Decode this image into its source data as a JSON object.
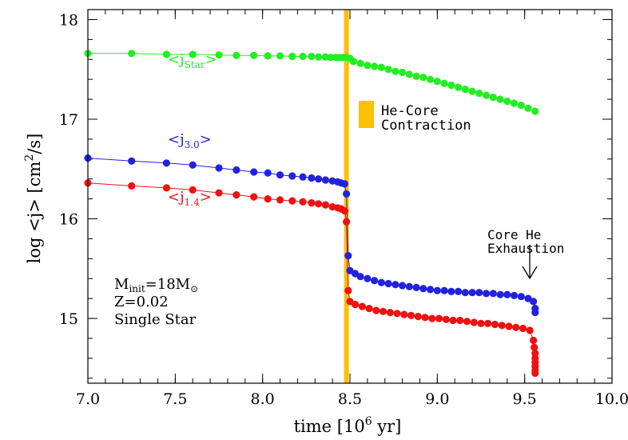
{
  "chart_data": {
    "type": "scatter",
    "xlabel_main": "time [10",
    "xlabel_exp": "6",
    "xlabel_tail": " yr]",
    "ylabel_main": "log <j> [cm",
    "ylabel_exp": "2",
    "ylabel_tail": "/s]",
    "xlim": [
      7.0,
      10.0
    ],
    "ylim": [
      14.35,
      18.1
    ],
    "x_ticks": [
      "7.0",
      "7.5",
      "8.0",
      "8.5",
      "9.0",
      "9.5",
      "10.0"
    ],
    "y_ticks": [
      "15",
      "16",
      "17",
      "18"
    ],
    "vertical_line_x": 8.48,
    "colors": {
      "star": "#22ee22",
      "j30": "#2222dd",
      "j14": "#ee1111",
      "band": "#ffc000"
    },
    "series": [
      {
        "key": "star",
        "label_main": "<j",
        "label_sub": "Star",
        "label_tail": ">",
        "points": [
          [
            7.0,
            17.66
          ],
          [
            7.25,
            17.66
          ],
          [
            7.45,
            17.65
          ],
          [
            7.6,
            17.65
          ],
          [
            7.75,
            17.645
          ],
          [
            7.85,
            17.64
          ],
          [
            7.95,
            17.64
          ],
          [
            8.03,
            17.635
          ],
          [
            8.1,
            17.635
          ],
          [
            8.17,
            17.63
          ],
          [
            8.23,
            17.63
          ],
          [
            8.28,
            17.63
          ],
          [
            8.32,
            17.625
          ],
          [
            8.36,
            17.625
          ],
          [
            8.39,
            17.62
          ],
          [
            8.42,
            17.62
          ],
          [
            8.44,
            17.62
          ],
          [
            8.46,
            17.62
          ],
          [
            8.48,
            17.62
          ],
          [
            8.5,
            17.61
          ],
          [
            8.52,
            17.58
          ],
          [
            8.56,
            17.56
          ],
          [
            8.6,
            17.54
          ],
          [
            8.64,
            17.53
          ],
          [
            8.68,
            17.52
          ],
          [
            8.72,
            17.5
          ],
          [
            8.76,
            17.48
          ],
          [
            8.8,
            17.47
          ],
          [
            8.84,
            17.45
          ],
          [
            8.88,
            17.43
          ],
          [
            8.92,
            17.42
          ],
          [
            8.96,
            17.4
          ],
          [
            9.0,
            17.38
          ],
          [
            9.04,
            17.36
          ],
          [
            9.08,
            17.34
          ],
          [
            9.12,
            17.32
          ],
          [
            9.16,
            17.3
          ],
          [
            9.2,
            17.28
          ],
          [
            9.24,
            17.26
          ],
          [
            9.28,
            17.24
          ],
          [
            9.32,
            17.22
          ],
          [
            9.36,
            17.2
          ],
          [
            9.4,
            17.18
          ],
          [
            9.44,
            17.16
          ],
          [
            9.48,
            17.14
          ],
          [
            9.52,
            17.11
          ],
          [
            9.56,
            17.08
          ]
        ]
      },
      {
        "key": "j30",
        "label_main": "<j",
        "label_sub": "3.0",
        "label_tail": ">",
        "points": [
          [
            7.0,
            16.61
          ],
          [
            7.25,
            16.58
          ],
          [
            7.45,
            16.56
          ],
          [
            7.6,
            16.54
          ],
          [
            7.75,
            16.51
          ],
          [
            7.85,
            16.49
          ],
          [
            7.95,
            16.47
          ],
          [
            8.03,
            16.46
          ],
          [
            8.1,
            16.44
          ],
          [
            8.17,
            16.43
          ],
          [
            8.23,
            16.42
          ],
          [
            8.28,
            16.41
          ],
          [
            8.32,
            16.4
          ],
          [
            8.36,
            16.39
          ],
          [
            8.4,
            16.38
          ],
          [
            8.43,
            16.37
          ],
          [
            8.45,
            16.36
          ],
          [
            8.47,
            16.35
          ],
          [
            8.48,
            16.25
          ],
          [
            8.49,
            15.63
          ],
          [
            8.5,
            15.48
          ],
          [
            8.53,
            15.45
          ],
          [
            8.56,
            15.42
          ],
          [
            8.6,
            15.4
          ],
          [
            8.64,
            15.38
          ],
          [
            8.68,
            15.36
          ],
          [
            8.72,
            15.35
          ],
          [
            8.76,
            15.34
          ],
          [
            8.8,
            15.33
          ],
          [
            8.84,
            15.32
          ],
          [
            8.88,
            15.31
          ],
          [
            8.92,
            15.3
          ],
          [
            8.96,
            15.29
          ],
          [
            9.0,
            15.28
          ],
          [
            9.04,
            15.28
          ],
          [
            9.08,
            15.27
          ],
          [
            9.12,
            15.27
          ],
          [
            9.16,
            15.26
          ],
          [
            9.2,
            15.26
          ],
          [
            9.24,
            15.26
          ],
          [
            9.28,
            15.25
          ],
          [
            9.32,
            15.25
          ],
          [
            9.36,
            15.24
          ],
          [
            9.4,
            15.24
          ],
          [
            9.44,
            15.23
          ],
          [
            9.48,
            15.22
          ],
          [
            9.52,
            15.2
          ],
          [
            9.55,
            15.17
          ],
          [
            9.56,
            15.1
          ],
          [
            9.56,
            15.06
          ]
        ]
      },
      {
        "key": "j14",
        "label_main": "<j",
        "label_sub": "1.4",
        "label_tail": ">",
        "points": [
          [
            7.0,
            16.36
          ],
          [
            7.25,
            16.33
          ],
          [
            7.45,
            16.31
          ],
          [
            7.6,
            16.29
          ],
          [
            7.75,
            16.26
          ],
          [
            7.85,
            16.24
          ],
          [
            7.95,
            16.22
          ],
          [
            8.03,
            16.2
          ],
          [
            8.1,
            16.19
          ],
          [
            8.17,
            16.18
          ],
          [
            8.23,
            16.17
          ],
          [
            8.28,
            16.16
          ],
          [
            8.32,
            16.15
          ],
          [
            8.36,
            16.14
          ],
          [
            8.4,
            16.12
          ],
          [
            8.43,
            16.11
          ],
          [
            8.45,
            16.1
          ],
          [
            8.47,
            16.08
          ],
          [
            8.48,
            15.97
          ],
          [
            8.49,
            15.28
          ],
          [
            8.5,
            15.17
          ],
          [
            8.53,
            15.14
          ],
          [
            8.57,
            15.12
          ],
          [
            8.61,
            15.1
          ],
          [
            8.65,
            15.08
          ],
          [
            8.69,
            15.07
          ],
          [
            8.73,
            15.06
          ],
          [
            8.77,
            15.05
          ],
          [
            8.81,
            15.04
          ],
          [
            8.85,
            15.03
          ],
          [
            8.89,
            15.02
          ],
          [
            8.93,
            15.01
          ],
          [
            8.97,
            15.0
          ],
          [
            9.01,
            15.0
          ],
          [
            9.05,
            14.99
          ],
          [
            9.09,
            14.98
          ],
          [
            9.13,
            14.98
          ],
          [
            9.17,
            14.97
          ],
          [
            9.21,
            14.96
          ],
          [
            9.25,
            14.95
          ],
          [
            9.29,
            14.95
          ],
          [
            9.33,
            14.94
          ],
          [
            9.37,
            14.93
          ],
          [
            9.41,
            14.92
          ],
          [
            9.45,
            14.91
          ],
          [
            9.49,
            14.9
          ],
          [
            9.53,
            14.88
          ],
          [
            9.55,
            14.78
          ],
          [
            9.555,
            14.71
          ],
          [
            9.56,
            14.65
          ],
          [
            9.56,
            14.6
          ],
          [
            9.56,
            14.56
          ],
          [
            9.56,
            14.52
          ],
          [
            9.56,
            14.48
          ],
          [
            9.56,
            14.45
          ]
        ]
      }
    ],
    "annotations": {
      "he_core_line1": "He-Core",
      "he_core_line2": "Contraction",
      "core_he_line1": "Core He",
      "core_he_line2": "Exhaustion",
      "minit_main": "M",
      "minit_sub": "init",
      "minit_tail": "=18M",
      "minit_sun": "⊙",
      "z_label": "Z=0.02",
      "single_star": "Single Star"
    }
  }
}
